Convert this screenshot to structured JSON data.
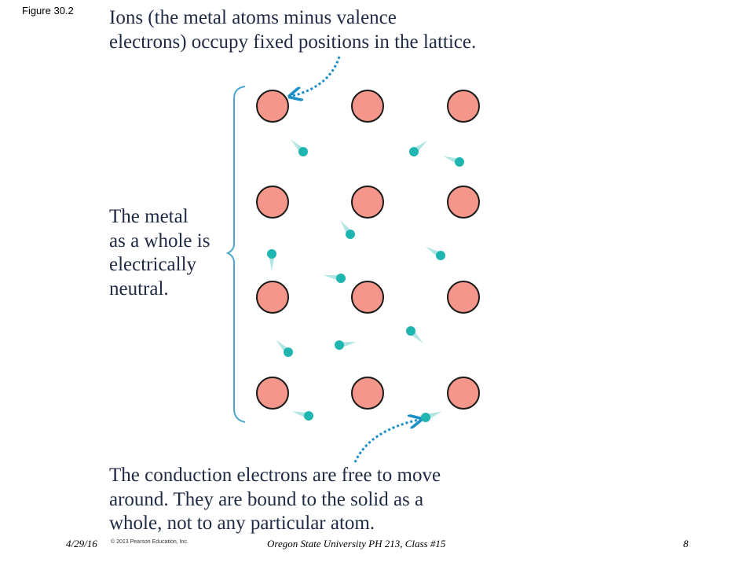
{
  "figure_label": "Figure 30.2",
  "captions": {
    "top": [
      "Ions (the metal atoms minus valence",
      "electrons) occupy fixed positions in the lattice."
    ],
    "left": [
      "The metal",
      "as a whole is",
      "electrically",
      "neutral."
    ],
    "bottom": [
      "The conduction electrons are free to move",
      "around. They are bound to the solid as a",
      "whole, not to any particular atom."
    ]
  },
  "footer": {
    "date": "4/29/16",
    "copyright": "© 2013 Pearson Education, Inc.",
    "course": "Oregon State University PH 213, Class #15",
    "page": "8"
  },
  "colors": {
    "ion_fill": "#f4968a",
    "ion_stroke": "#1a1a1a",
    "electron": "#1fb5b0",
    "arrow": "#1a8fc7",
    "bracket": "#4aa8d0",
    "text": "#1f2a44"
  },
  "lattice": {
    "rows": 4,
    "columns": 3,
    "ion_label": "ion"
  }
}
